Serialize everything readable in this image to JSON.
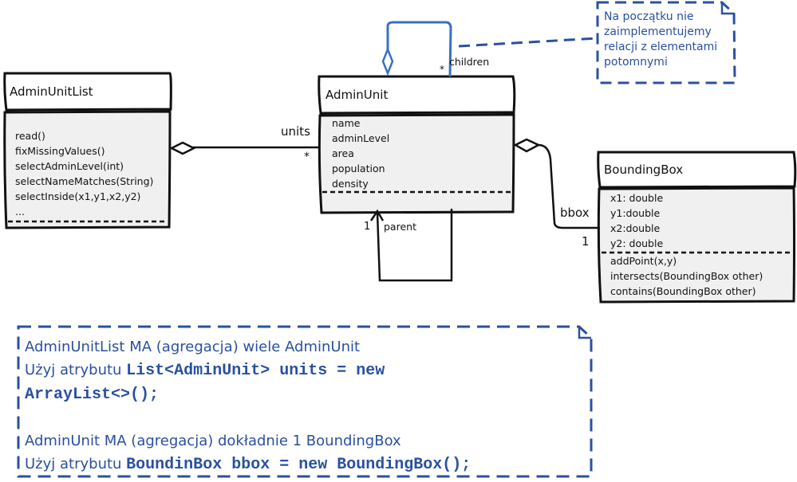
{
  "classes": {
    "admin_unit_list": {
      "title": "AdminUnitList",
      "methods": [
        "read()",
        "fixMissingValues()",
        "selectAdminLevel(int)",
        "selectNameMatches(String)",
        "selectInside(x1,y1,x2,y2)",
        "..."
      ]
    },
    "admin_unit": {
      "title": "AdminUnit",
      "attributes": [
        "name",
        "adminLevel",
        "area",
        "population",
        "density"
      ]
    },
    "bounding_box": {
      "title": "BoundingBox",
      "attributes": [
        "x1: double",
        "y1:double",
        "x2:double",
        "y2: double"
      ],
      "methods": [
        "addPoint(x,y)",
        "intersects(BoundingBox other)",
        "contains(BoundingBox other)"
      ]
    }
  },
  "relations": {
    "units": {
      "role": "units",
      "multiplicity": "*"
    },
    "children": {
      "role": "children",
      "multiplicity": "*"
    },
    "parent": {
      "role": "parent",
      "multiplicity": "1"
    },
    "bbox": {
      "role": "bbox",
      "multiplicity": "1"
    }
  },
  "notes": {
    "top_note": [
      "Na początku nie",
      "zaimplementujemy",
      "relacji z elementami",
      "potomnymi"
    ],
    "bottom_note": {
      "line1": "AdminUnitList MA (agregacja) wiele AdminUnit",
      "line2_prefix": "Użyj atrybutu ",
      "line2_code": "List<AdminUnit> units = new",
      "line3_code": "ArrayList<>();",
      "line4": "AdminUnit MA (agregacja) dokładnie 1 BoundingBox",
      "line5_prefix": "Użyj atrybutu ",
      "line5_code": "BoundinBox bbox = new BoundingBox();"
    }
  },
  "colors": {
    "note_blue": "#2a50a0",
    "self_assoc_blue": "#3a6fc4",
    "box_fill": "#f0f0f0",
    "line_black": "#111111"
  }
}
